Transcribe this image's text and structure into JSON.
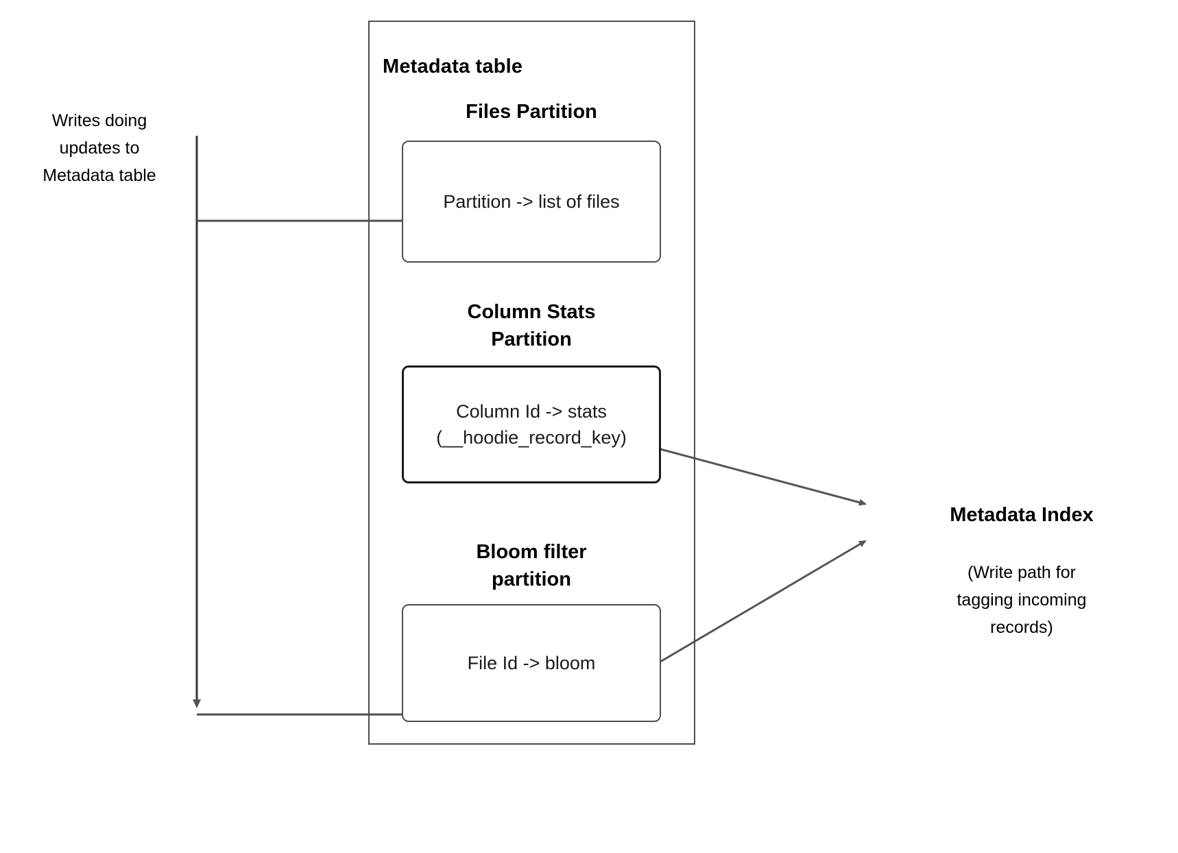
{
  "diagram": {
    "title": "Metadata table",
    "outer_container_label": "Metadata table",
    "left_note": "Writes doing\nupdates to\nMetadata table",
    "partitions": [
      {
        "heading": "Files Partition",
        "box_text": "Partition -> list of files"
      },
      {
        "heading": "Column Stats\nPartition",
        "box_text": "Column Id  -> stats\n(__hoodie_record_key)"
      },
      {
        "heading": "Bloom filter\npartition",
        "box_text": "File Id -> bloom"
      }
    ],
    "right": {
      "title": "Metadata Index",
      "note": "(Write path for\ntagging incoming\nrecords)"
    },
    "colors": {
      "stroke": "#4d4d4d",
      "stroke_dark": "#1a1a1a",
      "text": "#000000",
      "background": "#ffffff"
    }
  }
}
